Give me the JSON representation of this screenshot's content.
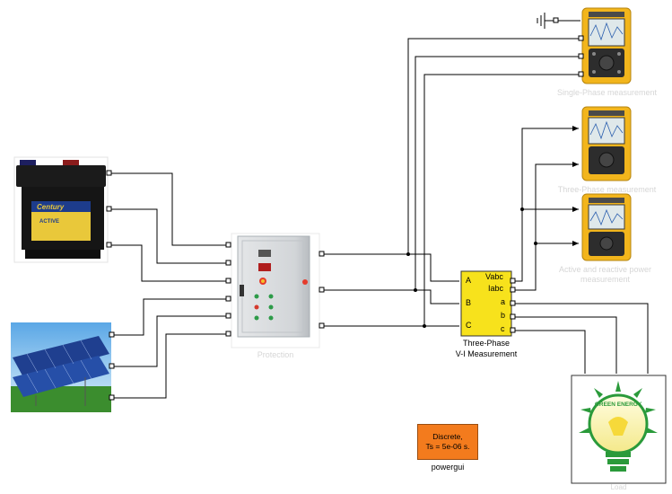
{
  "blocks": {
    "battery": {
      "brand": "Century",
      "model": "ACTIVE"
    },
    "protection": {
      "label": "Protection"
    },
    "measurement": {
      "title_line1": "Three-Phase",
      "title_line2": "V-I Measurement",
      "ports_in": [
        "A",
        "B",
        "C"
      ],
      "ports_out": [
        "Vabc",
        "Iabc",
        "a",
        "b",
        "c"
      ]
    },
    "scope1": {
      "label": "Single-Phase measurement"
    },
    "scope2": {
      "label": "Three-Phase measurement"
    },
    "scope3": {
      "label_line1": "Active and reactive power",
      "label_line2": "measurement"
    },
    "load": {
      "label": "Load",
      "badge_text": "GREEN ENERGY"
    },
    "powergui": {
      "line1": "Discrete,",
      "line2": "Ts = 5e-06 s.",
      "name": "powergui"
    }
  },
  "colors": {
    "wire": "#000000",
    "powergui": "#f37b1d",
    "scope_body": "#f2b51c",
    "faint_label": "#d6d6d6"
  }
}
